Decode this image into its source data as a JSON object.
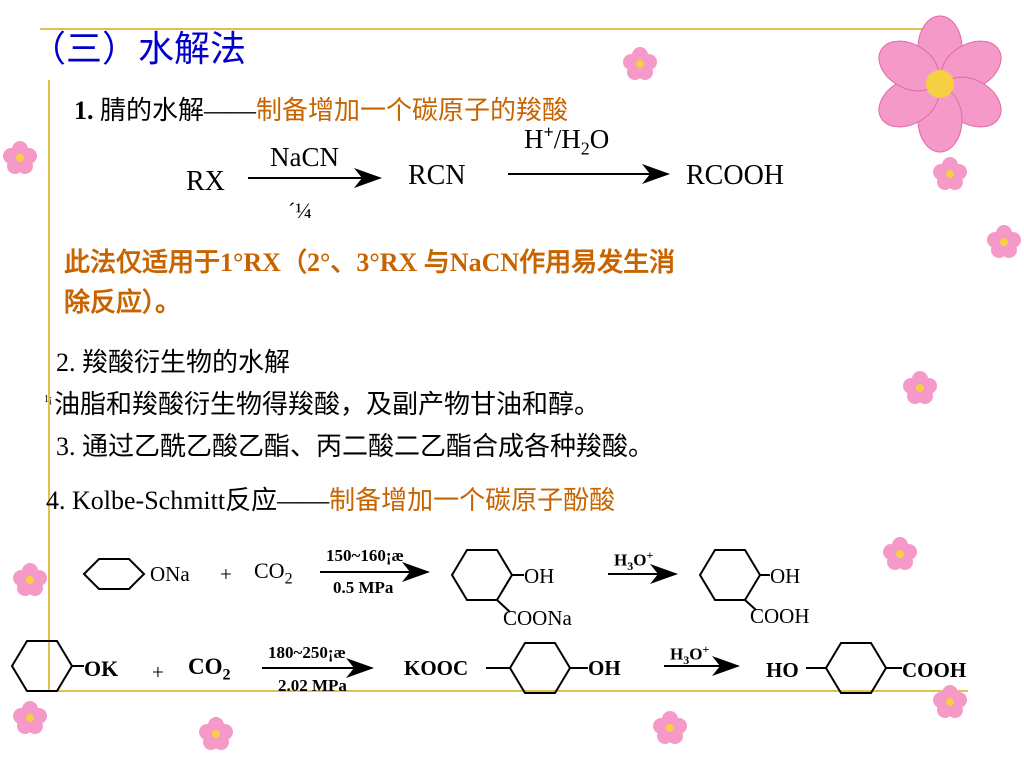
{
  "slide": {
    "title": "（三）水解法",
    "s1_num": "1.",
    "s1_text": "腈的水解——",
    "s1_highlight": "制备增加一个碳原子的羧酸",
    "r1": {
      "rx": "RX",
      "nacn": "NaCN",
      "below": "´¼",
      "rcn": "RCN",
      "h": "H",
      "plus": "+",
      "h2o_pre": "/H",
      "h2o_sub": "2",
      "h2o_post": "O",
      "product": "RCOOH"
    },
    "note_line1": "此法仅适用于1°RX（2°、3°RX 与NaCN作用易发生消",
    "note_line2": "除反应）。",
    "s2_title": "2. 羧酸衍生物的水解",
    "s2_marker": "1¡",
    "s2_text": "油脂和羧酸衍生物得羧酸，及副产物甘油和醇。",
    "s3_text": "3. 通过乙酰乙酸乙酯、丙二酸二乙酯合成各种羧酸。",
    "s4_text": "4. Kolbe-Schmitt反应——",
    "s4_highlight": "制备增加一个碳原子酚酸",
    "k1": {
      "ona": "ONa",
      "plus": "+",
      "co2": "CO",
      "co2_sub": "2",
      "cond_top": "150~160¡æ",
      "cond_bottom": "0.5 MPa",
      "oh1": "OH",
      "coona": "COONa",
      "h3o": "H",
      "h3o_sub": "3",
      "h3o_post": "O",
      "h3o_plus": "+",
      "oh2": "OH",
      "cooh": "COOH"
    },
    "k2": {
      "ok": "OK",
      "plus": "+",
      "co2": "CO",
      "co2_sub": "2",
      "cond_top": "180~250¡æ",
      "cond_bottom": "2.02 MPa",
      "kooc": "KOOC",
      "oh": "OH",
      "h3o": "H",
      "h3o_sub": "3",
      "h3o_post": "O",
      "h3o_plus": "+",
      "ho": "HO",
      "cooh": "COOH"
    }
  },
  "colors": {
    "title": "#0000cc",
    "highlight": "#c86400",
    "frame": "#e0c050",
    "flower": "#f07ab0"
  }
}
